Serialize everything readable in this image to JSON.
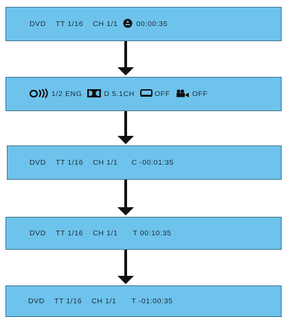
{
  "screens": [
    {
      "dvd": "DVD",
      "title": "TT  1/16",
      "chapter": "CH 1/1",
      "time": "00:00:35"
    },
    {
      "audio": "1/2 ENG",
      "dolby": "D  5.1CH",
      "subtitle": "OFF",
      "angle": "OFF"
    },
    {
      "dvd": "DVD",
      "title": "TT  1/16",
      "chapter": "CH 1/1",
      "time": "C  -00:01:35"
    },
    {
      "dvd": "DVD",
      "title": "TT  1/16",
      "chapter": "CH 1/1",
      "time": "T 00:10:35"
    },
    {
      "dvd": "DVD",
      "title": "TT  1/16",
      "chapter": "CH 1/1",
      "time": "T  -01:00:35"
    }
  ],
  "icons": {
    "disc": "disc-icon",
    "audio": "audio-icon",
    "dolby": "dolby-icon",
    "subtitle": "subtitle-icon",
    "angle": "camera-angle-icon"
  },
  "colors": {
    "bar_fill": "#6ec3ec",
    "bar_border": "#3f6f88",
    "arrow": "#111111"
  }
}
